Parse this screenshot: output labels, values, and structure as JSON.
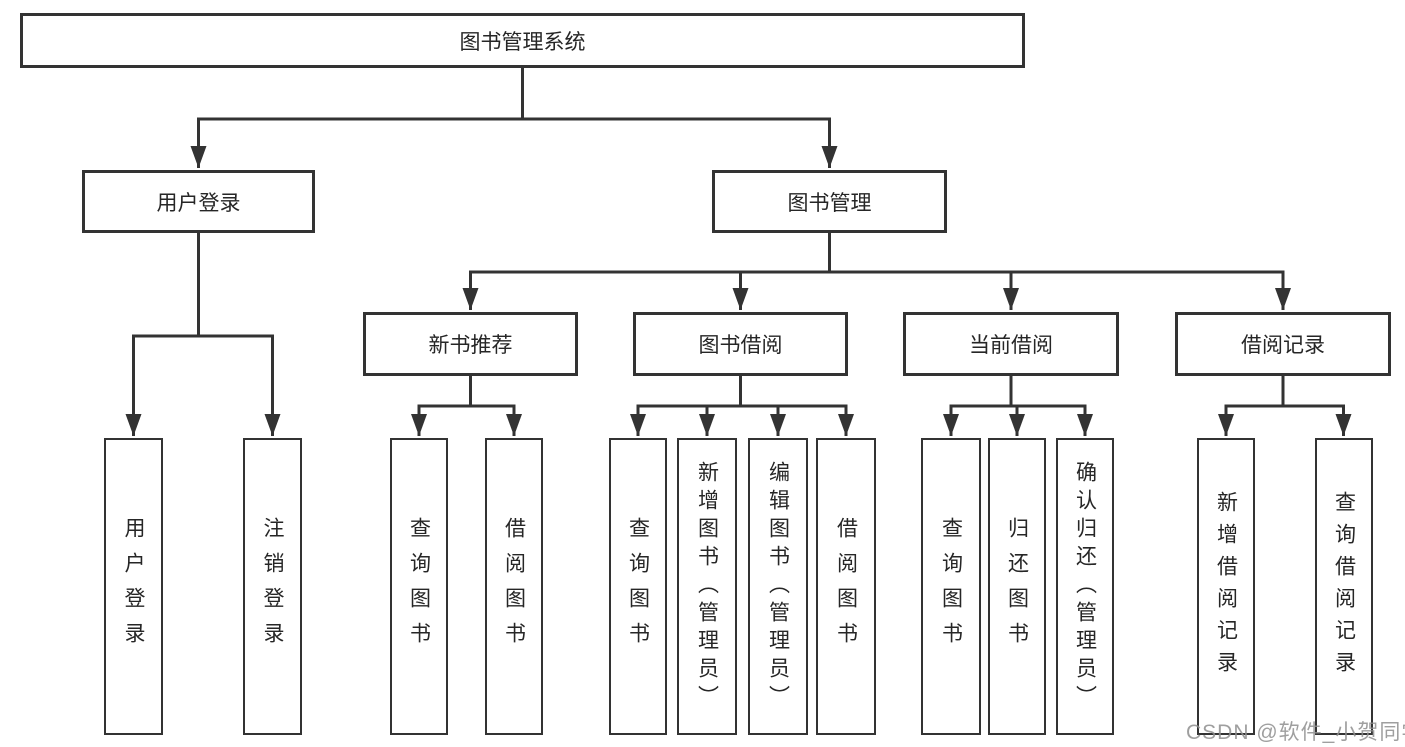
{
  "diagram": {
    "root": {
      "label": "图书管理系统"
    },
    "level2": [
      {
        "label": "用户登录"
      },
      {
        "label": "图书管理"
      }
    ],
    "level3": [
      {
        "label": "新书推荐"
      },
      {
        "label": "图书借阅"
      },
      {
        "label": "当前借阅"
      },
      {
        "label": "借阅记录"
      }
    ],
    "leaves": {
      "user_login": [
        {
          "label": "用户登录"
        },
        {
          "label": "注销登录"
        }
      ],
      "new_book": [
        {
          "label": "查询图书"
        },
        {
          "label": "借阅图书"
        }
      ],
      "book_borrow": [
        {
          "label": "查询图书"
        },
        {
          "label": "新增图书（管理员）"
        },
        {
          "label": "编辑图书（管理员）"
        },
        {
          "label": "借阅图书"
        }
      ],
      "current_borrow": [
        {
          "label": "查询图书"
        },
        {
          "label": "归还图书"
        },
        {
          "label": "确认归还（管理员）"
        }
      ],
      "borrow_records": [
        {
          "label": "新增借阅记录"
        },
        {
          "label": "查询借阅记录"
        }
      ]
    }
  },
  "watermark": {
    "text": "CSDN @软件_小贺同学"
  },
  "colors": {
    "line": "#333333",
    "box_border": "#333333",
    "box_background": "#ffffff",
    "text": "#262626",
    "watermark": "#8f8f8f",
    "page_background": "#ffffff"
  }
}
